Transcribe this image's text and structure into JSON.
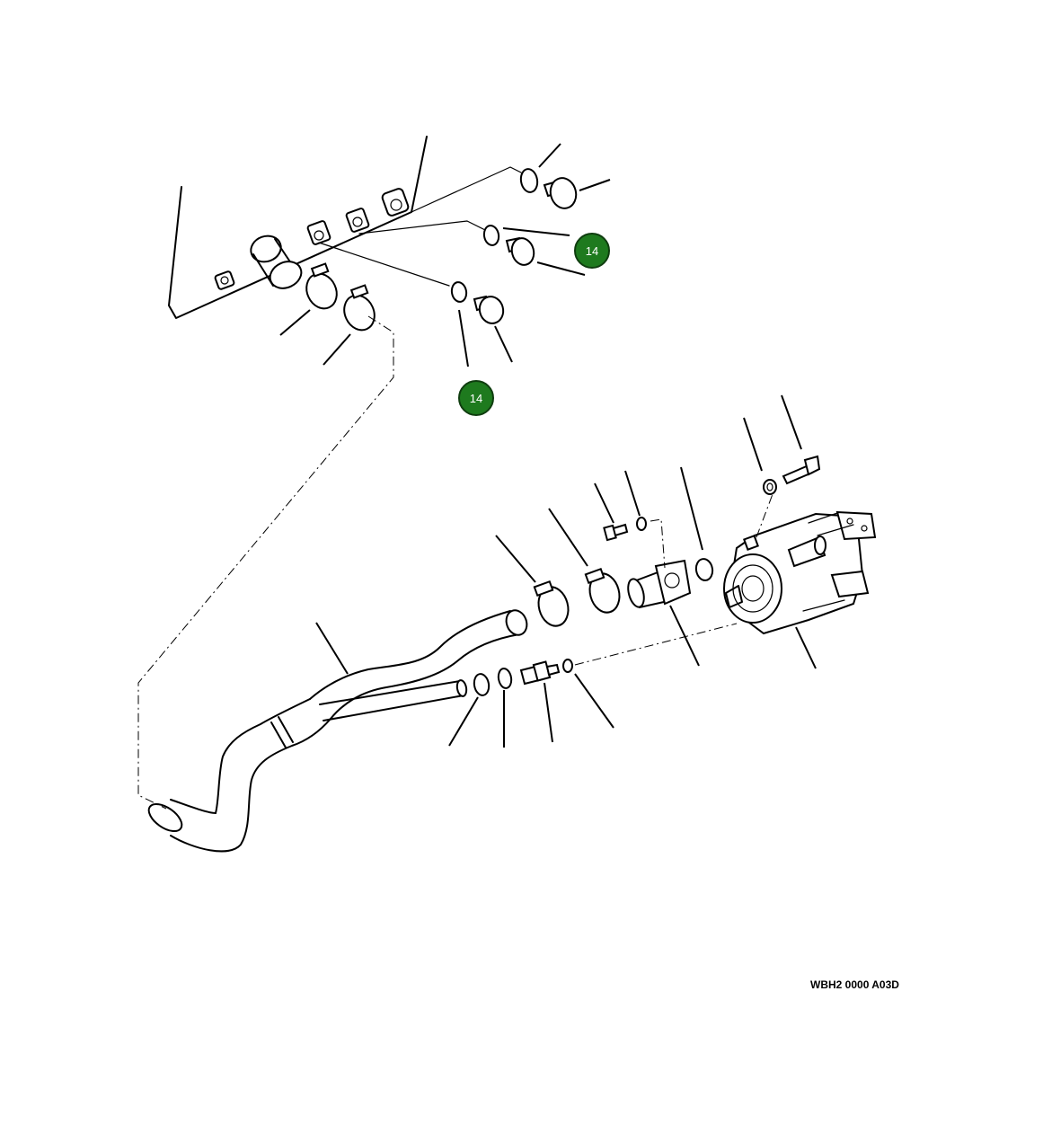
{
  "diagram": {
    "drawing_code": "WBH2 0000 A03D",
    "callouts": [
      {
        "label": "14",
        "color": "#1e7a1e"
      },
      {
        "label": "14",
        "color": "#1e7a1e"
      }
    ]
  }
}
